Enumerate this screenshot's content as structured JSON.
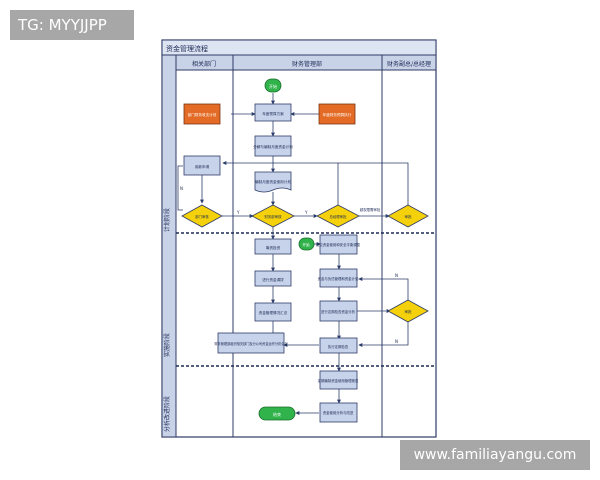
{
  "watermark_tl": "TG: MYYJJPP",
  "watermark_br": "www.familiayangu.com",
  "diagram": {
    "title": "资金管理流程",
    "columns": [
      "相关部门",
      "财务管理部",
      "财务副总/总经理"
    ],
    "phases": [
      "计划阶段",
      "实施阶段",
      "分析改进阶段"
    ],
    "nodes": {
      "start": "开始",
      "end": "结束",
      "doc_left": "部门财务收支计划",
      "plan": "年度预算方案",
      "doc_right": "年度财务预算执行",
      "analyze": "分解与编制月度资金计划",
      "compile": "编制月度资金使用计划",
      "fund_apply": "用款申请",
      "dept_review": "部门审核",
      "fin_review": "财务部审核",
      "approve_decision": "总经理审批",
      "approve_right": "审批",
      "raise_fund": "筹资投资",
      "reserve": "提交资金使用和安全平衡调整",
      "exec": "进行资金调拨",
      "manage": "资金与负债管理和资金计划",
      "collect": "资金管理情况汇总",
      "control": "进行定期检查资金分析",
      "approve_exec": "审批",
      "summary": "财务管理部组织相关部门及分公司资金运作分析会议",
      "execute_ctrl": "执行定期检查",
      "report": "定期编制资金使用管理报表",
      "improve": "资金使用分析与改进"
    },
    "edge_labels": {
      "y1": "Y",
      "y2": "Y",
      "n1": "N",
      "n2": "N",
      "n3": "N",
      "over": "超权限需审批"
    }
  }
}
